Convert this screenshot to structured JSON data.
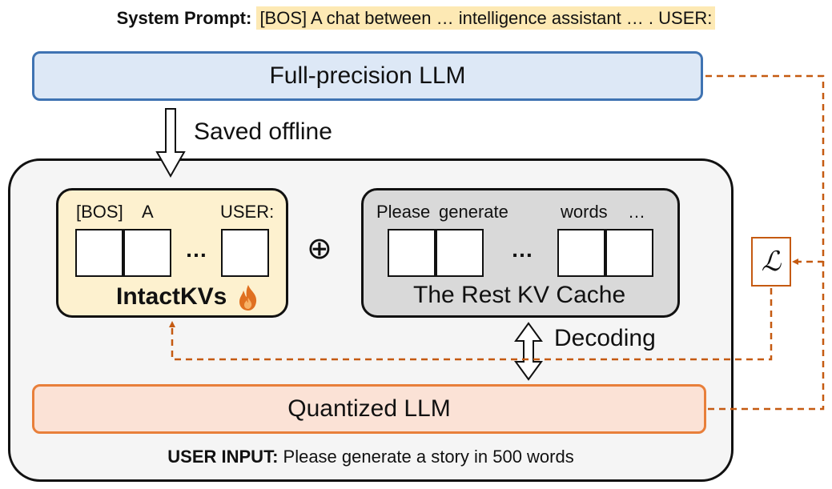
{
  "system_prompt": {
    "label": "System Prompt:",
    "text": "[BOS] A chat between … intelligence assistant … . USER:"
  },
  "full_precision": {
    "label": "Full-precision LLM"
  },
  "saved_offline": "Saved offline",
  "intact_kvs": {
    "tokens": [
      "[BOS]",
      "A",
      "USER:"
    ],
    "ellipsis": "…",
    "label": "IntactKVs"
  },
  "oplus": "⊕",
  "rest_cache": {
    "tokens": [
      "Please",
      "generate",
      "words",
      "…"
    ],
    "ellipsis": "…",
    "label": "The Rest KV Cache"
  },
  "decoding": "Decoding",
  "quantized": {
    "label": "Quantized LLM"
  },
  "user_input": {
    "label": "USER INPUT:",
    "text": "Please generate a story in 500 words"
  },
  "loss": {
    "symbol": "ℒ"
  },
  "colors": {
    "fp_fill": "#dde8f6",
    "fp_border": "#3f73b2",
    "q_fill": "#fbe2d6",
    "q_border": "#e87f3a",
    "intact_fill": "#fdf1cf",
    "rest_fill": "#d9d9d9",
    "prompt_highlight": "#fde9b4",
    "loss_path": "#c55a11"
  },
  "icons": {
    "fire": "fire-icon"
  }
}
